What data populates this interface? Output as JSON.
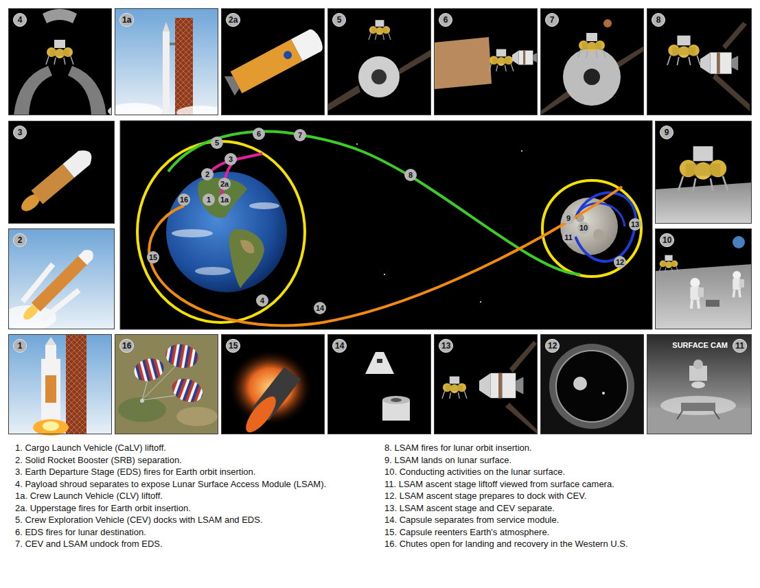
{
  "diagram": {
    "nodes": [
      {
        "text": [
          "4"
        ]
      },
      {
        "text": [
          "1a"
        ]
      },
      {
        "text": [
          "2a"
        ]
      },
      {
        "text": [
          "5"
        ]
      },
      {
        "text": [
          "6"
        ]
      },
      {
        "text": [
          "7"
        ]
      },
      {
        "text": [
          "8"
        ]
      },
      {
        "text": [
          "3"
        ]
      },
      {
        "text": [
          "9"
        ]
      },
      {
        "text": [
          "2"
        ]
      },
      {
        "text": [
          "10"
        ]
      },
      {
        "text": [
          "1"
        ]
      },
      {
        "text": [
          "16"
        ]
      },
      {
        "text": [
          "15"
        ]
      },
      {
        "text": [
          "14"
        ]
      },
      {
        "text": [
          "13"
        ]
      },
      {
        "text": [
          "12"
        ]
      },
      {
        "text": [
          "11",
          "SURFACE CAM"
        ]
      }
    ],
    "labels": [
      "5",
      "6",
      "7",
      "3",
      "2",
      "2a",
      "16",
      "1",
      "1a",
      "8",
      "15",
      "4",
      "14",
      "9",
      "10",
      "11",
      "13",
      "12",
      "1. Cargo Launch Vehicle (CaLV) liftoff.",
      "2. Solid Rocket Booster (SRB) separation.",
      "3. Earth Departure Stage (EDS) fires for Earth orbit insertion.",
      "4. Payload shroud separates to expose Lunar Surface Access Module (LSAM).",
      "1a. Crew Launch Vehicle (CLV) liftoff.",
      "2a. Upperstage fires for Earth orbit insertion.",
      "5. Crew Exploration Vehicle (CEV) docks with LSAM and EDS.",
      "6. EDS fires for lunar destination.",
      "7. CEV and LSAM undock from EDS.",
      "8. LSAM fires for lunar orbit insertion.",
      "9. LSAM lands on lunar surface.",
      "10. Conducting activities on the lunar surface.",
      "11. LSAM ascent stage liftoff viewed from surface camera.",
      "12. LSAM ascent stage prepares to dock with CEV.",
      "13. LSAM ascent stage and CEV separate.",
      "14. Capsule separates from service module.",
      "15. Capsule reenters Earth's atmosphere.",
      "16. Chutes open for landing and recovery in the Western U.S."
    ]
  }
}
